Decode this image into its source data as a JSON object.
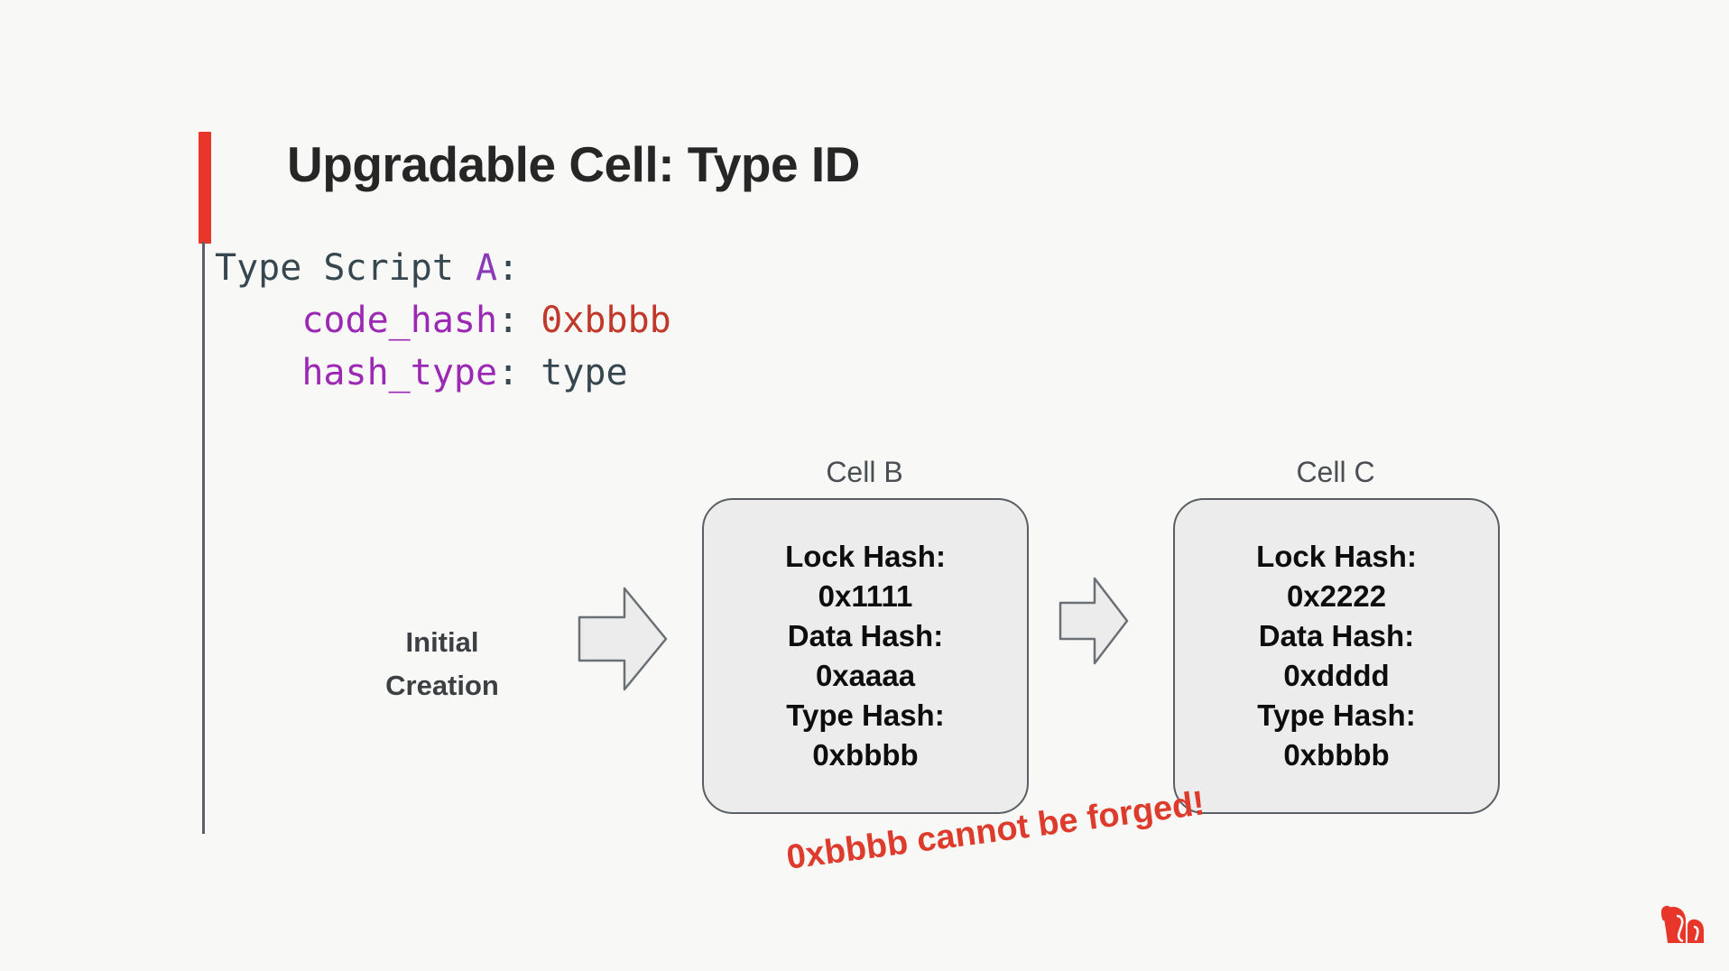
{
  "slide": {
    "background_color": "#f8f8f7",
    "title": "Upgradable Cell: Type ID",
    "accent_color": "#e8372a"
  },
  "code": {
    "line1_label": "Type Script ",
    "line1_name": "A",
    "line1_colon": ":",
    "line2_key": "code_hash",
    "line2_colon": ": ",
    "line2_value": "0xbbbb",
    "line3_key": "hash_type",
    "line3_colon": ": ",
    "line3_value": "type",
    "colors": {
      "plain": "#37474f",
      "key": "#9b29b4",
      "value": "#c0392b"
    }
  },
  "diagram": {
    "initial_creation_label": "Initial\nCreation",
    "arrow_initial_name": "block-arrow-right-icon",
    "arrow_b_to_c_name": "block-arrow-right-icon",
    "cells": [
      {
        "title": "Cell B",
        "lines": [
          "Lock Hash:",
          "0x1111",
          "Data Hash:",
          "0xaaaa",
          "Type Hash:",
          "0xbbbb"
        ]
      },
      {
        "title": "Cell C",
        "lines": [
          "Lock Hash:",
          "0x2222",
          "Data Hash:",
          "0xdddd",
          "Type Hash:",
          "0xbbbb"
        ]
      }
    ]
  },
  "warning": {
    "text": "0xbbbb cannot be forged!",
    "color": "#dd3b2b"
  },
  "logo": {
    "name": "nervos-gorilla-logo",
    "color": "#e8372a"
  }
}
